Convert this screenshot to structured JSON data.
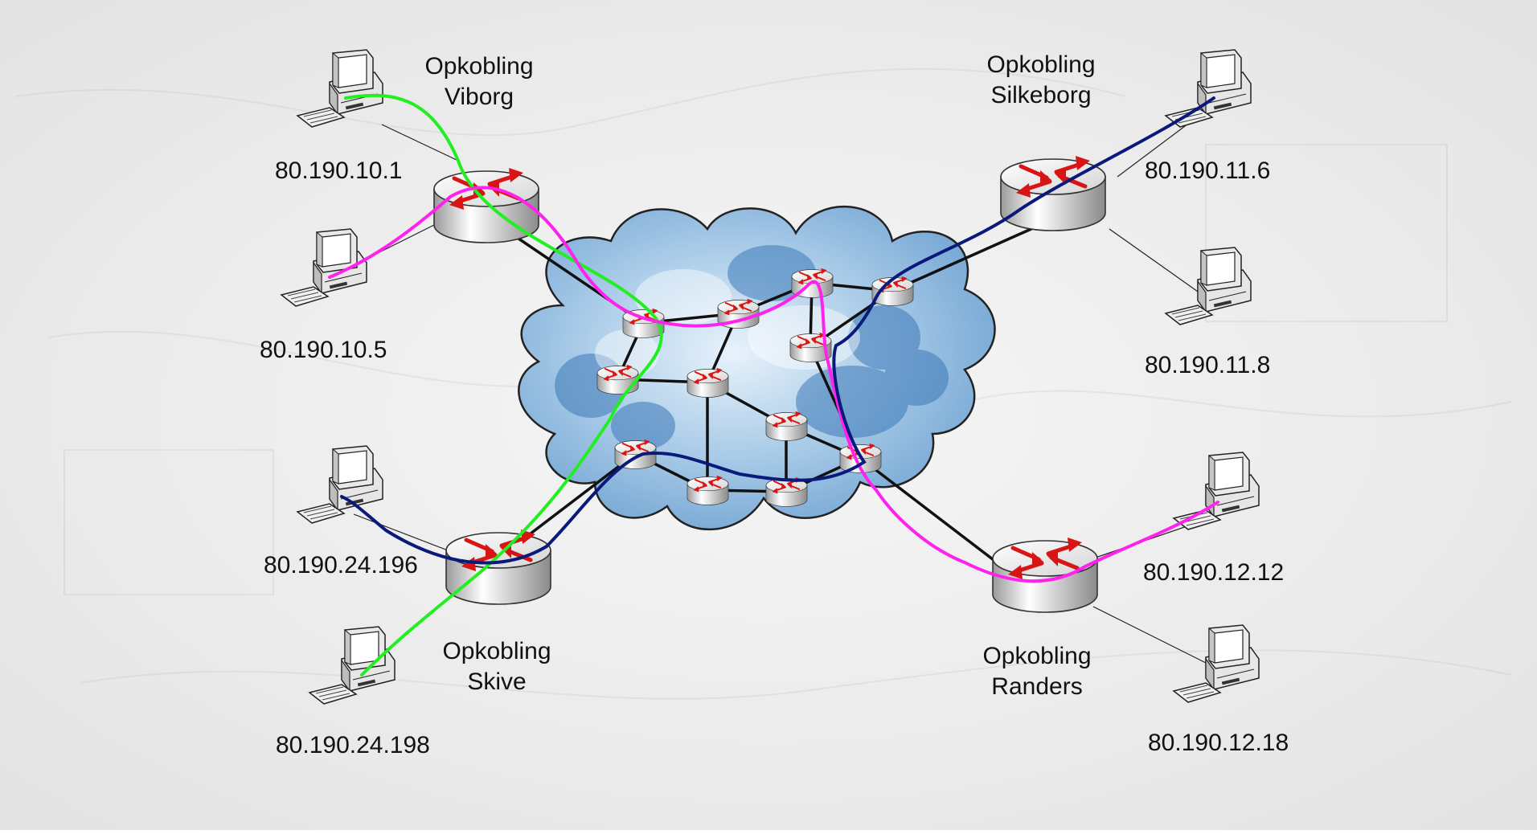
{
  "sites": {
    "vibog": {
      "line1": "Opkobling",
      "line2": "Viborg"
    },
    "silkeborg": {
      "line1": "Opkobling",
      "line2": "Silkeborg"
    },
    "skive": {
      "line1": "Opkobling",
      "line2": "Skive"
    },
    "randers": {
      "line1": "Opkobling",
      "line2": "Randers"
    }
  },
  "hosts": {
    "viborg_a": "80.190.10.1",
    "viborg_b": "80.190.10.5",
    "silkeborg_a": "80.190.11.6",
    "silkeborg_b": "80.190.11.8",
    "skive_a": "80.190.24.196",
    "skive_b": "80.190.24.198",
    "randers_a": "80.190.12.12",
    "randers_b": "80.190.12.18"
  },
  "path_colors": {
    "green": "#22ee22",
    "magenta": "#ff22ee",
    "navy": "#0a1a7a"
  },
  "icons": {
    "router": "router-icon",
    "computer": "computer-icon",
    "cloud": "network-cloud-icon"
  }
}
